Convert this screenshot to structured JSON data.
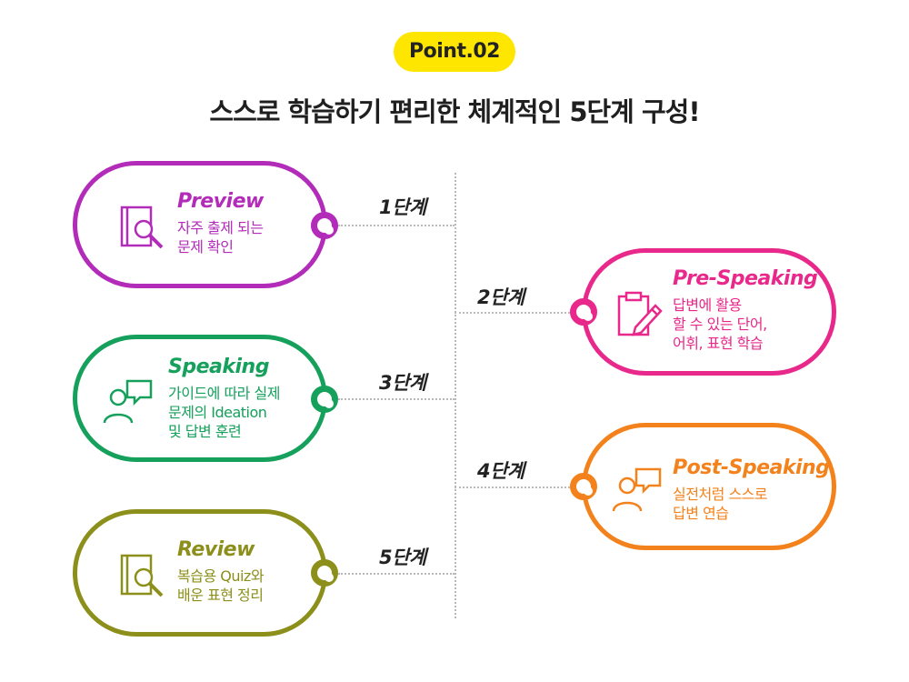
{
  "badge": "Point.02",
  "title": "스스로 학습하기 편리한 체계적인 5단계 구성!",
  "colors": {
    "preview": "#b22bb9",
    "pre_speaking": "#e8288a",
    "speaking": "#15a05b",
    "post_speaking": "#f3821c",
    "review": "#8c8f1a",
    "badge": "#ffe600"
  },
  "steps": [
    {
      "label": "1단계",
      "title": "Preview",
      "lines": [
        "자주 출제 되는",
        "문제 확인"
      ],
      "icon": "book-magnifier-icon"
    },
    {
      "label": "2단계",
      "title": "Pre-Speaking",
      "lines": [
        "답변에 활용",
        "할 수 있는 단어,",
        "어휘, 표현 학습"
      ],
      "icon": "clipboard-pencil-icon"
    },
    {
      "label": "3단계",
      "title": "Speaking",
      "lines": [
        "가이드에 따라 실제",
        "문제의 Ideation",
        "및 답변 훈련"
      ],
      "icon": "person-speech-icon"
    },
    {
      "label": "4단계",
      "title": "Post-Speaking",
      "lines": [
        "실전처럼 스스로",
        "답변 연습"
      ],
      "icon": "person-speech-icon"
    },
    {
      "label": "5단계",
      "title": "Review",
      "lines": [
        "복습용 Quiz와",
        "배운 표현 정리"
      ],
      "icon": "book-magnifier-icon"
    }
  ]
}
